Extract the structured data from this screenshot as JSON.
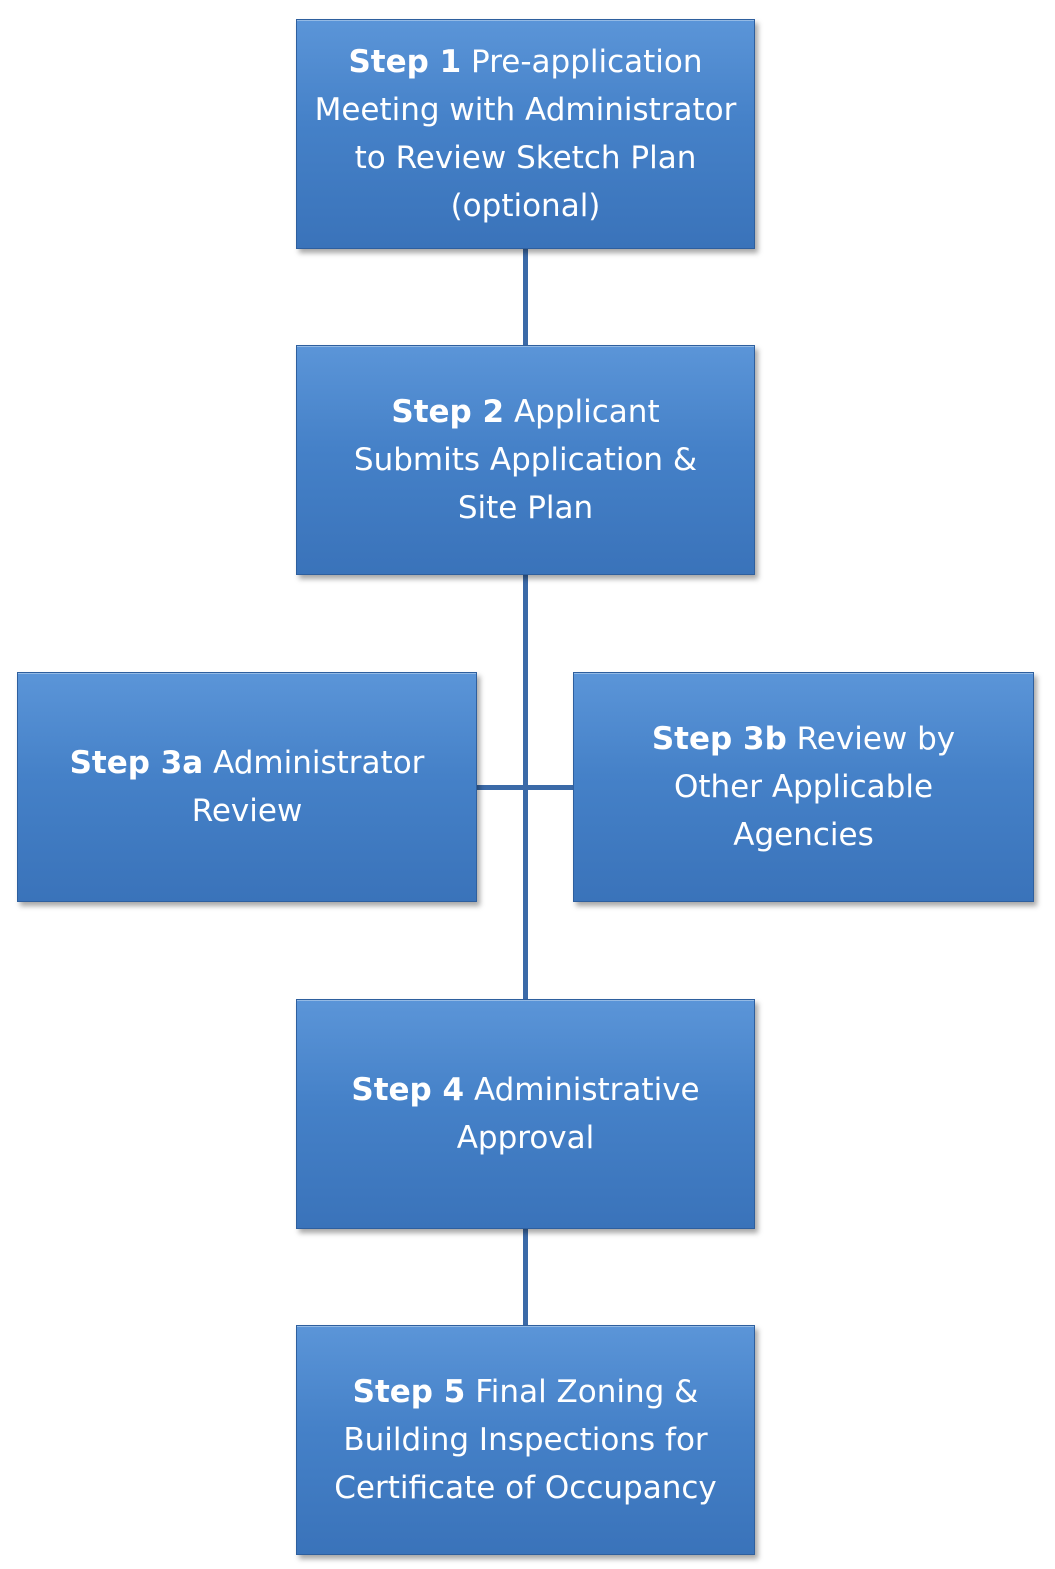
{
  "steps": [
    {
      "label": "Step 1",
      "text": " Pre-application Meeting with Administrator to Review Sketch Plan (optional)"
    },
    {
      "label": "Step 2",
      "text": "Applicant Submits Application & Site Plan"
    },
    {
      "label": "Step 3a",
      "text": "Administrator Review"
    },
    {
      "label": "Step 3b",
      "text": "Review by Other Applicable Agencies"
    },
    {
      "label": "Step 4",
      "text": "Administrative Approval"
    },
    {
      "label": "Step 5",
      "text": "Final Zoning & Building Inspections for Certificate of Occupancy"
    }
  ],
  "colors": {
    "box": "#4a86cc",
    "connector": "#3b6aa8",
    "text": "#ffffff"
  }
}
